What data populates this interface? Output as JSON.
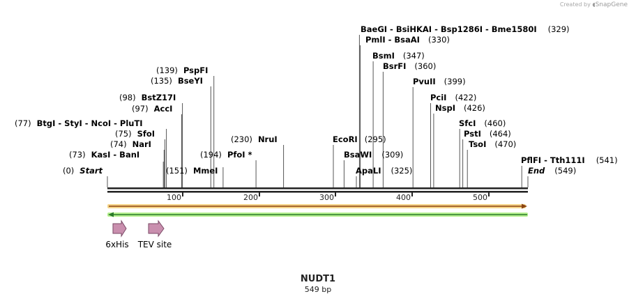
{
  "credit": {
    "prefix": "Created by",
    "brand": "SnapGene"
  },
  "title": "NUDT1",
  "subtitle": "549 bp",
  "colors": {
    "bar": "#222222",
    "forward_fill": "#e9c46a",
    "forward_line": "#8b4513",
    "reverse_fill": "#9ae66e",
    "reverse_line": "#2a7a2a",
    "feature": "#c78fb0"
  },
  "sequence": {
    "start": 0,
    "end": 549
  },
  "axis_ticks": [
    "100",
    "200",
    "300",
    "400",
    "500"
  ],
  "sites": [
    {
      "pos": "(0)",
      "text": "Start",
      "italic": true
    },
    {
      "pos": "(73)",
      "text": "KasI  -  BanI"
    },
    {
      "pos": "(74)",
      "text": "NarI"
    },
    {
      "pos": "(75)",
      "text": "SfoI"
    },
    {
      "pos": "(77)",
      "text": "BtgI  -  StyI  -  NcoI  -  PluTI"
    },
    {
      "pos": "(97)",
      "text": "AccI"
    },
    {
      "pos": "(98)",
      "text": "BstZ17I"
    },
    {
      "pos": "(135)",
      "text": "BseYI"
    },
    {
      "pos": "(139)",
      "text": "PspFI"
    },
    {
      "pos": "(151)",
      "text": "MmeI"
    },
    {
      "pos": "(194)",
      "text": "PfoI *"
    },
    {
      "pos": "(230)",
      "text": "NruI"
    },
    {
      "pos": "(295)",
      "text": "EcoRI"
    },
    {
      "pos": "(309)",
      "text": "BsaWI"
    },
    {
      "pos": "(325)",
      "text": "ApaLI"
    },
    {
      "pos": "(329)",
      "text": "BaeGI  -  BsiHKAI  -  Bsp1286I  -  Bme1580I"
    },
    {
      "pos": "(330)",
      "text": "PmlI  -  BsaAI"
    },
    {
      "pos": "(347)",
      "text": "BsmI"
    },
    {
      "pos": "(360)",
      "text": "BsrFI"
    },
    {
      "pos": "(399)",
      "text": "PvuII"
    },
    {
      "pos": "(422)",
      "text": "PciI"
    },
    {
      "pos": "(426)",
      "text": "NspI"
    },
    {
      "pos": "(460)",
      "text": "SfcI"
    },
    {
      "pos": "(464)",
      "text": "PstI"
    },
    {
      "pos": "(470)",
      "text": "TsoI"
    },
    {
      "pos": "(541)",
      "text": "PflFI  -  Tth111I"
    },
    {
      "pos": "(549)",
      "text": "End",
      "italic": true
    }
  ],
  "features": [
    {
      "name": "6xHis"
    },
    {
      "name": "TEV site"
    }
  ]
}
